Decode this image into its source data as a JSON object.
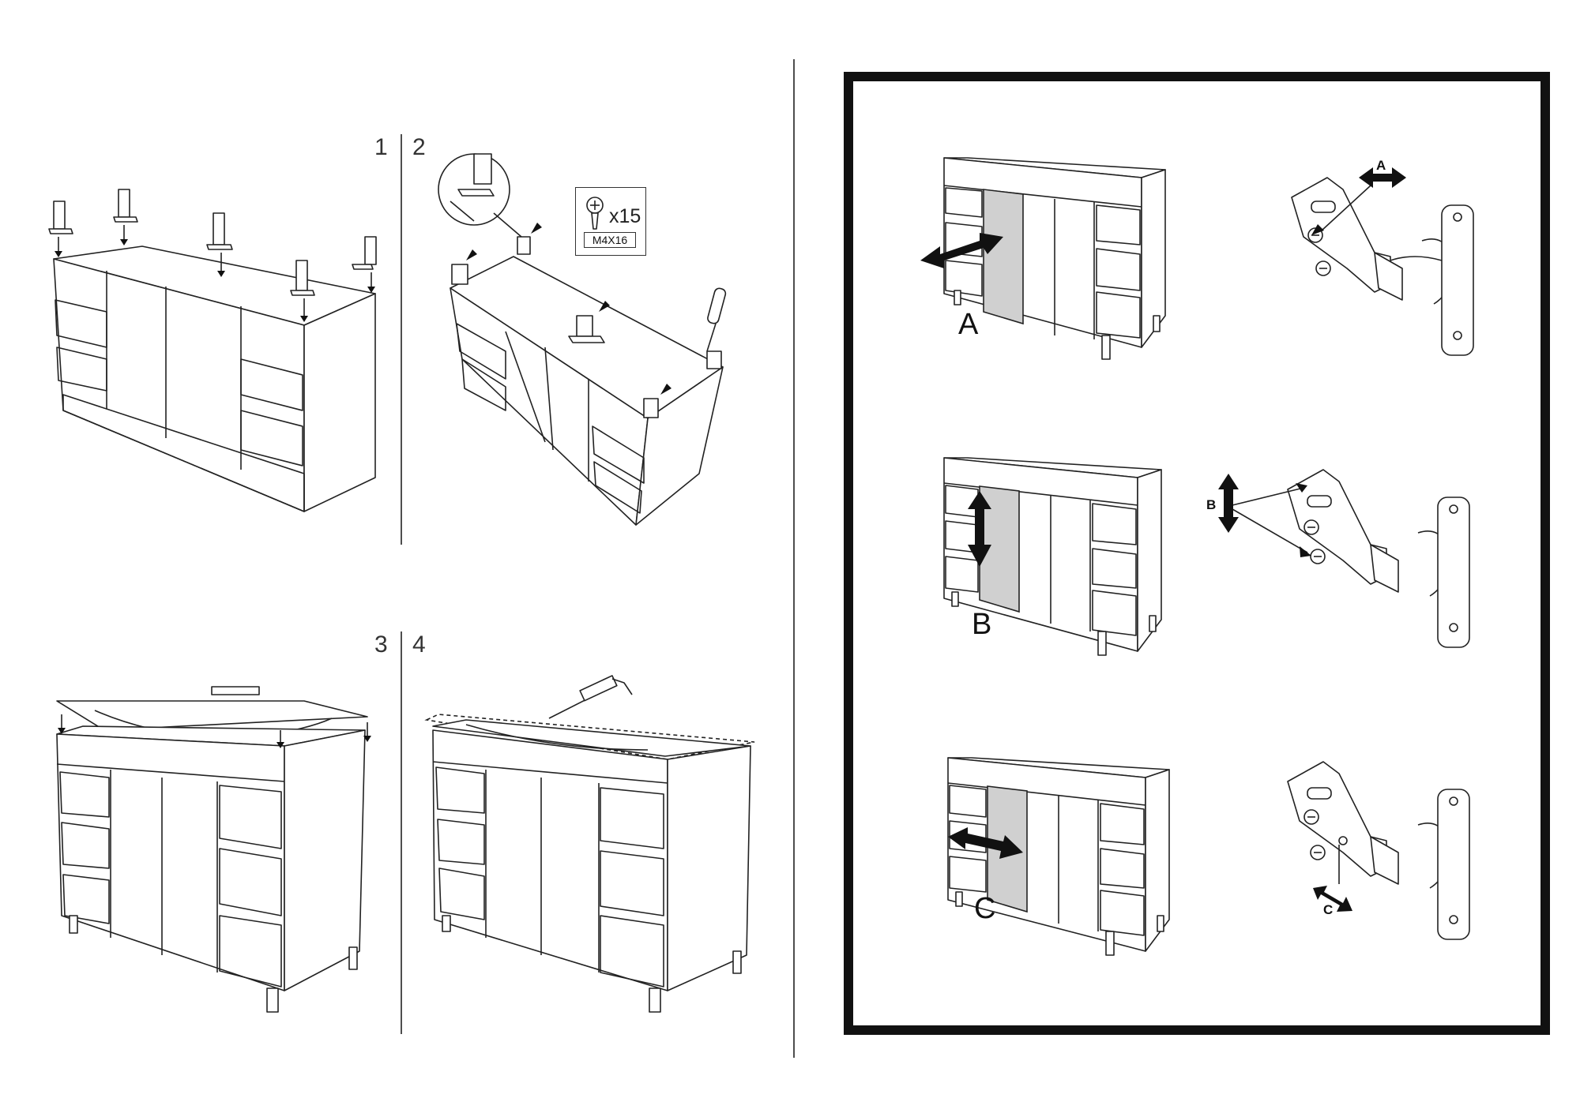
{
  "steps": [
    {
      "number": "1"
    },
    {
      "number": "2"
    },
    {
      "number": "3"
    },
    {
      "number": "4"
    }
  ],
  "hardware": {
    "quantity": "x15",
    "size": "M4X16",
    "icon": "screw-icon"
  },
  "adjustments": [
    {
      "label": "A",
      "hinge_label": "A",
      "direction": "horizontal"
    },
    {
      "label": "B",
      "hinge_label": "B",
      "direction": "vertical"
    },
    {
      "label": "C",
      "hinge_label": "C",
      "direction": "depth"
    }
  ],
  "colors": {
    "line": "#222222",
    "door_highlight": "#d0d0d0",
    "frame": "#111111"
  }
}
